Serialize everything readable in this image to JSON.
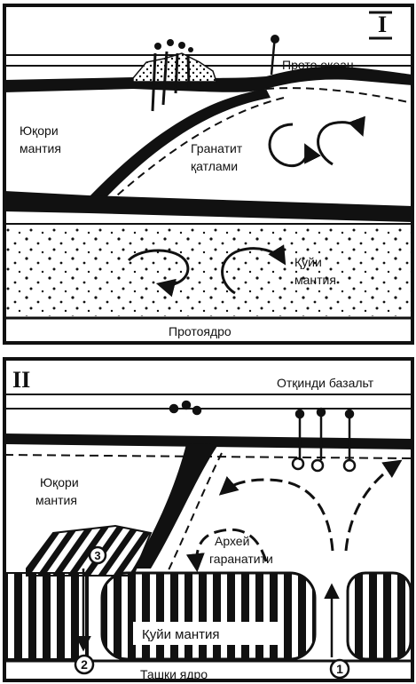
{
  "panel1": {
    "roman": "I",
    "labels": {
      "ocean": "Прото океан",
      "upper_mantle_1": "Юқори",
      "upper_mantle_2": "мантия",
      "garnet_1": "Гранатит",
      "garnet_2": "қатлами",
      "lower_mantle_1": "Қуйи",
      "lower_mantle_2": "мантия",
      "core": "Протоядро"
    }
  },
  "panel2": {
    "roman": "II",
    "labels": {
      "basalt": "Отқинди базальт",
      "upper_mantle_1": "Юқори",
      "upper_mantle_2": "мантия",
      "archean_1": "Архей",
      "archean_2": "гаранатити",
      "lower_mantle": "Қуйи мантия",
      "core": "Ташқи ядро"
    },
    "markers": [
      "1",
      "2",
      "3"
    ]
  }
}
